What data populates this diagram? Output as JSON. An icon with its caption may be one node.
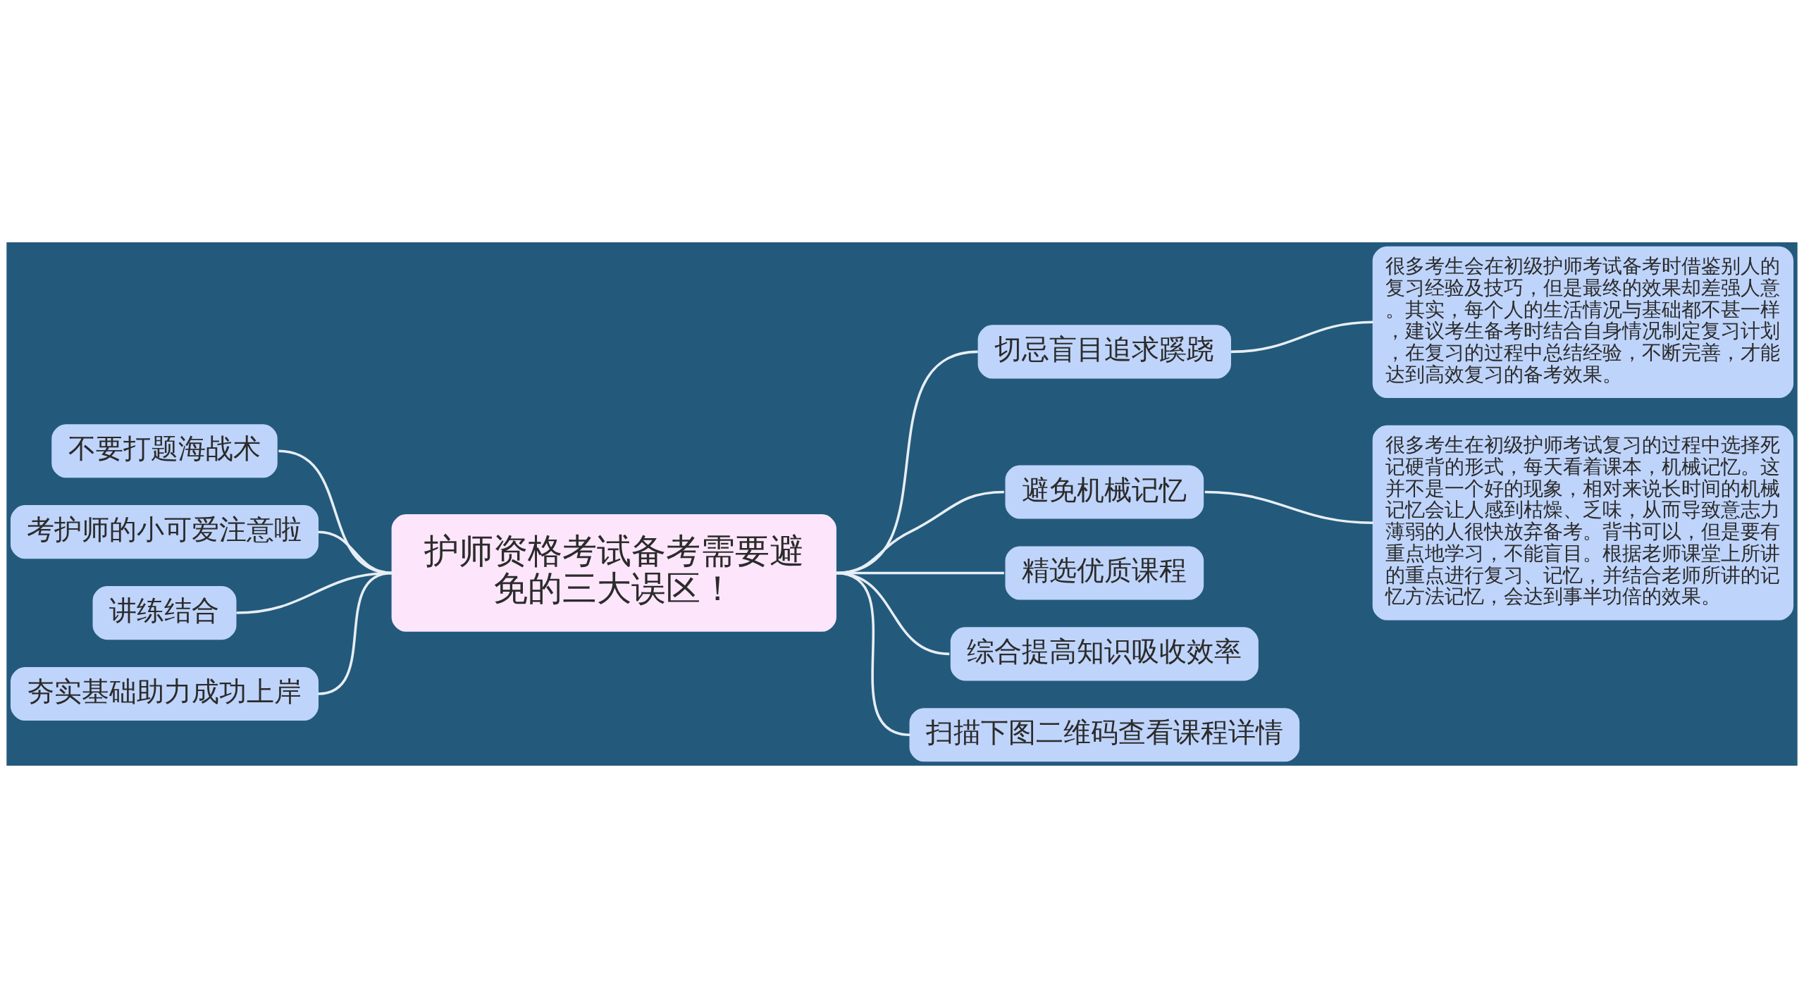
{
  "diagram": {
    "nodes": [
      {
        "text": [
          "护师资格考试备考需要避免的三大误区！"
        ]
      },
      {
        "text": [
          "不要打题海战术"
        ]
      },
      {
        "text": [
          "考护师的小可爱注意啦"
        ]
      },
      {
        "text": [
          "讲练结合"
        ]
      },
      {
        "text": [
          "夯实基础助力成功上岸"
        ]
      },
      {
        "text": [
          "切忌盲目追求蹊跷"
        ]
      },
      {
        "text": [
          "很多考生会在初级护师考试备考时借鉴别人的复习经验及技巧，但是最终的效果却差强人意。其实，每个人的生活情况与基础都不甚一样，建议考生备考时结合自身情况制定复习计划，在复习的过程中总结经验，不断完善，才能达到高效复习的备考效果。"
        ]
      },
      {
        "text": [
          "避免机械记忆"
        ]
      },
      {
        "text": [
          "很多考生在初级护师考试复习的过程中选择死记硬背的形式，每天看着课本，机械记忆。这并不是一个好的现象，相对来说长时间的机械记忆会让人感到枯燥、乏味，从而导致意志力薄弱的人很快放弃备考。背书可以，但是要有重点地学习，不能盲目。根据老师课堂上所讲的重点进行复习、记忆，并结合老师所讲的记忆方法记忆，会达到事半功倍的效果。"
        ]
      },
      {
        "text": [
          "精选优质课程"
        ]
      },
      {
        "text": [
          "综合提高知识吸收效率"
        ]
      },
      {
        "text": [
          "扫描下图二维码查看课程详情"
        ]
      }
    ],
    "edges": [
      {
        "from": 1,
        "to": 0,
        "arrow": "none"
      },
      {
        "from": 2,
        "to": 0,
        "arrow": "none"
      },
      {
        "from": 3,
        "to": 0,
        "arrow": "none"
      },
      {
        "from": 4,
        "to": 0,
        "arrow": "none"
      },
      {
        "from": 0,
        "to": 5,
        "arrow": "none"
      },
      {
        "from": 5,
        "to": 6,
        "arrow": "none"
      },
      {
        "from": 0,
        "to": 7,
        "arrow": "none"
      },
      {
        "from": 7,
        "to": 8,
        "arrow": "none"
      },
      {
        "from": 0,
        "to": 9,
        "arrow": "none"
      },
      {
        "from": 0,
        "to": 10,
        "arrow": "none"
      },
      {
        "from": 0,
        "to": 11,
        "arrow": "none"
      }
    ]
  }
}
